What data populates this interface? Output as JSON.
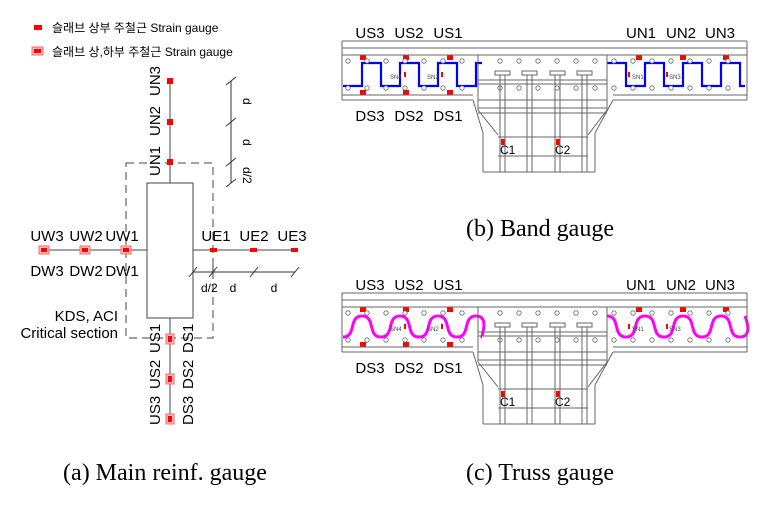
{
  "legend": [
    {
      "text": "슬래브 상부 주철근 Strain gauge",
      "marker": "top"
    },
    {
      "text": "슬래브 상,하부 주철근 Strain gauge",
      "marker": "top-bottom"
    }
  ],
  "panel_a": {
    "caption": "(a) Main reinf. gauge",
    "north": [
      "UN1",
      "UN2",
      "UN3"
    ],
    "west_top": [
      "UW3",
      "UW2",
      "UW1"
    ],
    "west_bottom": [
      "DW3",
      "DW2",
      "DW1"
    ],
    "east": [
      "UE1",
      "UE2",
      "UE3"
    ],
    "south_top": [
      "US1",
      "US2",
      "US3"
    ],
    "south_bottom": [
      "DS1",
      "DS2",
      "DS3"
    ],
    "critical_line1": "KDS, ACI",
    "critical_line2": "Critical section",
    "dims": {
      "half": "d/2",
      "full": "d"
    }
  },
  "panel_b": {
    "caption": "(b) Band gauge",
    "top_left": [
      "US3",
      "US2",
      "US1"
    ],
    "top_right": [
      "UN1",
      "UN2",
      "UN3"
    ],
    "bottom_left": [
      "DS3",
      "DS2",
      "DS1"
    ],
    "shear": [
      "SN4",
      "SN2",
      "SN1",
      "SN3"
    ],
    "column": [
      "C1",
      "C2"
    ]
  },
  "panel_c": {
    "caption": "(c) Truss gauge",
    "top_left": [
      "US3",
      "US2",
      "US1"
    ],
    "top_right": [
      "UN1",
      "UN2",
      "UN3"
    ],
    "bottom_left": [
      "DS3",
      "DS2",
      "DS1"
    ],
    "shear": [
      "SN4",
      "SN2",
      "SN1",
      "SN3"
    ],
    "column": [
      "C1",
      "C2"
    ]
  },
  "colors": {
    "gauge": "#ff0000",
    "band": "#0000ff",
    "truss": "#ff00ff"
  }
}
